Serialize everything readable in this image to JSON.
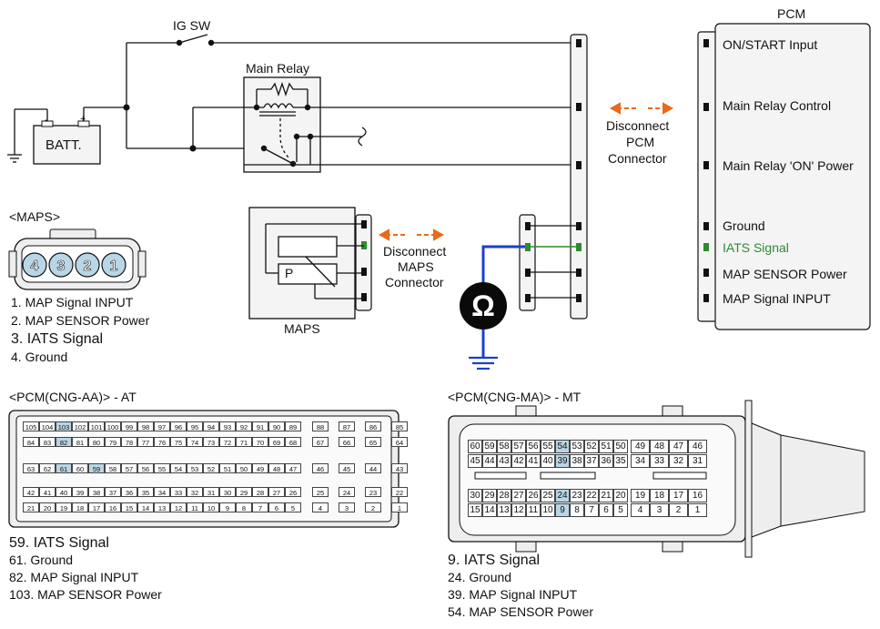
{
  "ig_sw": "IG SW",
  "main_relay": "Main Relay",
  "battery": "BATT.",
  "battery_minus": "-",
  "battery_plus": "+",
  "pcm_title": "PCM",
  "pcm_pins": [
    {
      "label": "ON/START Input",
      "color": "#111111"
    },
    {
      "label": "Main Relay Control",
      "color": "#111111"
    },
    {
      "label": "Main Relay 'ON' Power",
      "color": "#111111"
    },
    {
      "label": "Ground",
      "color": "#111111"
    },
    {
      "label": "IATS Signal",
      "color": "#2e8b2e"
    },
    {
      "label": "MAP SENSOR Power",
      "color": "#111111"
    },
    {
      "label": "MAP Signal  INPUT",
      "color": "#111111"
    }
  ],
  "disconnect_pcm": [
    "Disconnect",
    "PCM",
    "Connector"
  ],
  "disconnect_maps": [
    "Disconnect",
    "MAPS",
    "Connector"
  ],
  "maps_label": "MAPS",
  "maps_p": "P",
  "ohm_symbol": "Ω",
  "maps_connector_title": "<MAPS>",
  "maps_pin_numbers": [
    "4",
    "3",
    "2",
    "1"
  ],
  "maps_legend": [
    {
      "text": "1. MAP Signal  INPUT",
      "green": false
    },
    {
      "text": "2. MAP SENSOR Power",
      "green": false
    },
    {
      "text": "3. IATS Signal",
      "green": true
    },
    {
      "text": "4. Ground",
      "green": false
    }
  ],
  "pcm_aa_title": "<PCM(CNG-AA)> - AT",
  "pcm_aa_rows": [
    [
      "105",
      "104",
      "103",
      "102",
      "101",
      "100",
      "99",
      "98",
      "97",
      "96",
      "95",
      "94",
      "93",
      "92",
      "91",
      "90",
      "89",
      "",
      "88",
      "87",
      "86",
      "85"
    ],
    [
      "84",
      "83",
      "82",
      "81",
      "80",
      "79",
      "78",
      "77",
      "76",
      "75",
      "74",
      "73",
      "72",
      "71",
      "70",
      "69",
      "68",
      "",
      "67",
      "66",
      "65",
      "64"
    ],
    [
      "63",
      "62",
      "61",
      "60",
      "59",
      "58",
      "57",
      "56",
      "55",
      "54",
      "53",
      "52",
      "51",
      "50",
      "49",
      "48",
      "47",
      "",
      "46",
      "45",
      "44",
      "43"
    ],
    [
      "42",
      "41",
      "40",
      "39",
      "38",
      "37",
      "36",
      "35",
      "34",
      "33",
      "32",
      "31",
      "30",
      "29",
      "28",
      "27",
      "26",
      "",
      "25",
      "24",
      "23",
      "22"
    ],
    [
      "21",
      "20",
      "19",
      "18",
      "17",
      "16",
      "15",
      "14",
      "13",
      "12",
      "11",
      "10",
      "9",
      "8",
      "7",
      "6",
      "5",
      "",
      "4",
      "3",
      "2",
      "1"
    ]
  ],
  "pcm_aa_highlight": [
    "103",
    "82",
    "61",
    "59"
  ],
  "pcm_aa_legend": [
    {
      "text": "59. IATS Signal",
      "green": true
    },
    {
      "text": "61. Ground",
      "green": false
    },
    {
      "text": "82. MAP Signal  INPUT",
      "green": false
    },
    {
      "text": "103. MAP SENSOR Power",
      "green": false
    }
  ],
  "pcm_ma_title": "<PCM(CNG-MA)> - MT",
  "pcm_ma_rows": [
    [
      "60",
      "59",
      "58",
      "57",
      "56",
      "55",
      "54",
      "53",
      "52",
      "51",
      "50",
      "",
      "49",
      "48",
      "47",
      "46"
    ],
    [
      "45",
      "44",
      "43",
      "42",
      "41",
      "40",
      "39",
      "38",
      "37",
      "36",
      "35",
      "",
      "34",
      "33",
      "32",
      "31"
    ],
    [
      "30",
      "29",
      "28",
      "27",
      "26",
      "25",
      "24",
      "23",
      "22",
      "21",
      "20",
      "",
      "19",
      "18",
      "17",
      "16"
    ],
    [
      "15",
      "14",
      "13",
      "12",
      "11",
      "10",
      "9",
      "8",
      "7",
      "6",
      "5",
      "",
      "4",
      "3",
      "2",
      "1"
    ]
  ],
  "pcm_ma_highlight": [
    "54",
    "39",
    "24",
    "9"
  ],
  "pcm_ma_legend": [
    {
      "text": "9. IATS Signal",
      "green": true
    },
    {
      "text": "24. Ground",
      "green": false
    },
    {
      "text": "39. MAP Signal  INPUT",
      "green": false
    },
    {
      "text": "54. MAP SENSOR Power",
      "green": false
    }
  ],
  "colors": {
    "wire": "#111111",
    "probe": "#1a3fd0",
    "arrow": "#e86a1a",
    "green": "#2e8b2e",
    "highlight": "#b9d6e6",
    "box_fill": "#f4f4f4"
  }
}
